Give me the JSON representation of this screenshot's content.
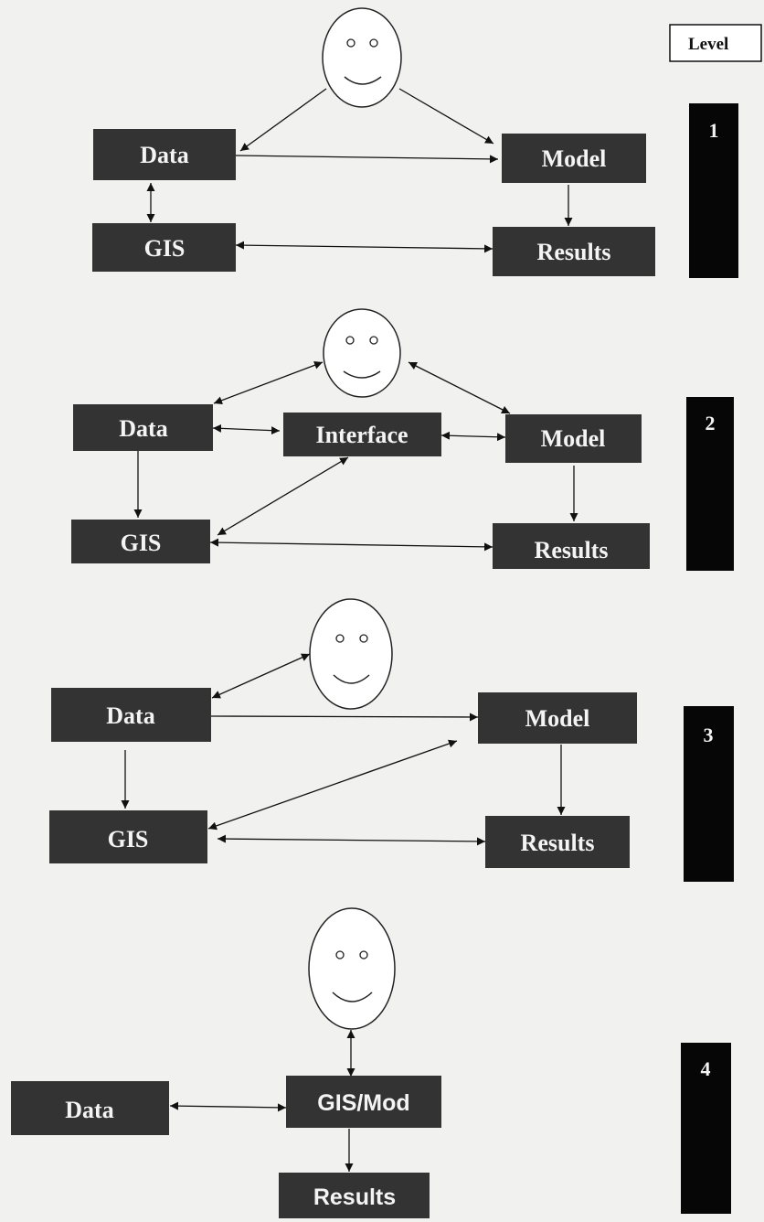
{
  "level_header": "Level",
  "panels": [
    {
      "level": "1",
      "boxes": {
        "data": "Data",
        "model": "Model",
        "gis": "GIS",
        "results": "Results"
      }
    },
    {
      "level": "2",
      "boxes": {
        "data": "Data",
        "interface": "Interface",
        "model": "Model",
        "gis": "GIS",
        "results": "Results"
      }
    },
    {
      "level": "3",
      "boxes": {
        "data": "Data",
        "model": "Model",
        "gis": "GIS",
        "results": "Results"
      }
    },
    {
      "level": "4",
      "boxes": {
        "data": "Data",
        "gismod": "GIS/Mod",
        "results": "Results"
      }
    }
  ]
}
